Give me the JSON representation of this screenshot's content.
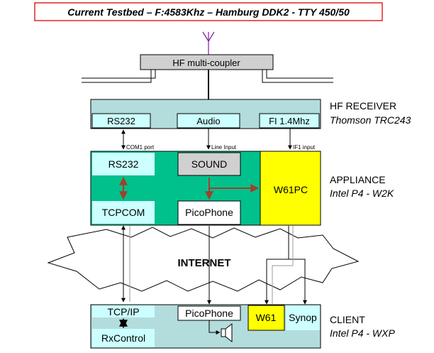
{
  "title": "Current Testbed – F:4583Khz – Hamburg DDK2 - TTY 450/50",
  "coupler": {
    "label": "HF multi-coupler"
  },
  "receiver": {
    "name": "HF RECEIVER",
    "model": "Thomson TRC243",
    "ports": {
      "rs232": "RS232",
      "audio": "Audio",
      "fi": "FI 1.4Mhz"
    }
  },
  "links": {
    "com1": "COM1 port",
    "line_input": "Line Input",
    "if1": "IF1 input"
  },
  "appliance": {
    "name": "APPLIANCE",
    "spec": "Intel P4 - W2K",
    "modules": {
      "rs232": "RS232",
      "sound": "SOUND",
      "tcpcom": "TCPCOM",
      "picophone": "PicoPhone",
      "w61pc": "W61PC"
    }
  },
  "internet": {
    "label": "INTERNET"
  },
  "client": {
    "name": "CLIENT",
    "spec": "Intel P4 - WXP",
    "modules": {
      "tcpip": "TCP/IP",
      "rxcontrol": "RxControl",
      "picophone": "PicoPhone",
      "w61": "W61",
      "synop": "Synop"
    }
  },
  "colors": {
    "teal_block": "#b3dcdc",
    "green_block": "#00c08c",
    "light_cyan": "#ccffff",
    "yellow": "#ffff00",
    "grey": "#d0d0d0",
    "red_title": "#e00000",
    "brown_arrow": "#a0402a"
  },
  "icons": {
    "speaker": "speaker-icon",
    "antenna": "antenna-icon"
  }
}
